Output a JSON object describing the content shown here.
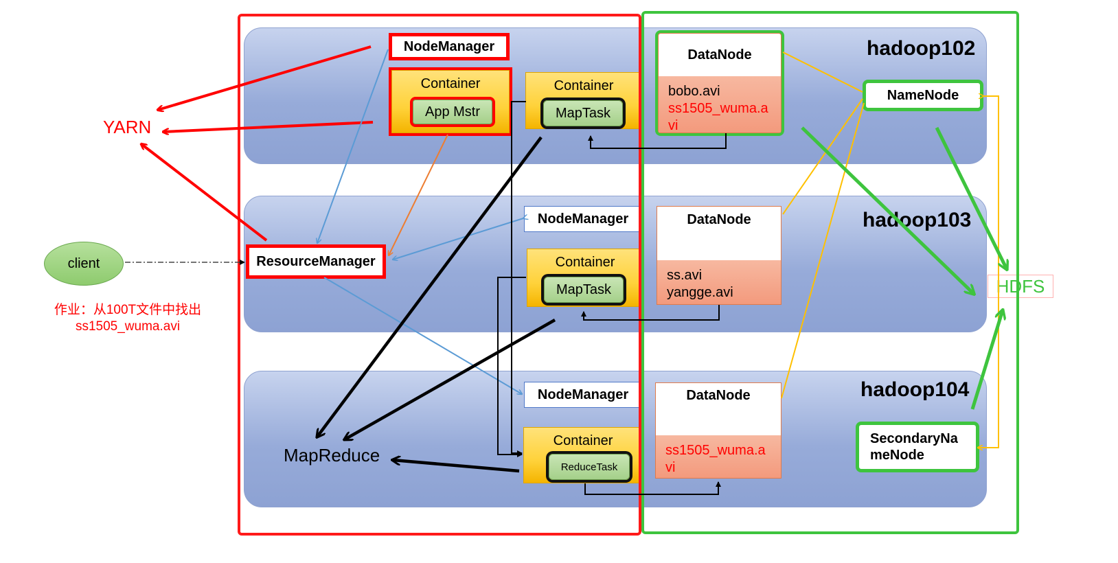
{
  "hosts": [
    {
      "name": "hadoop102"
    },
    {
      "name": "hadoop103"
    },
    {
      "name": "hadoop104"
    }
  ],
  "yarn_label": "YARN",
  "hdfs_label": "HDFS",
  "client_label": "client",
  "job_text": {
    "line1": "作业：从100T文件中找出",
    "line2": "ss1505_wuma.avi"
  },
  "mapreduce_label": "MapReduce",
  "resource_manager": "ResourceManager",
  "node_manager": "NodeManager",
  "container_label": "Container",
  "app_master": "App Mstr",
  "map_task": "MapTask",
  "reduce_task": "ReduceTask",
  "datanode_label": "DataNode",
  "namenode": "NameNode",
  "secondary_namenode": {
    "line1": "SecondaryNa",
    "line2": "meNode"
  },
  "datanodes": [
    {
      "files": [
        {
          "text": "bobo.avi",
          "color": "black"
        },
        {
          "text": "ss1505_wuma.a",
          "color": "red"
        },
        {
          "text": "vi",
          "color": "red"
        }
      ]
    },
    {
      "files": [
        {
          "text": "ss.avi",
          "color": "black"
        },
        {
          "text": "yangge.avi",
          "color": "black"
        }
      ]
    },
    {
      "files": [
        {
          "text": "ss1505_wuma.a",
          "color": "red"
        },
        {
          "text": "vi",
          "color": "red"
        }
      ]
    }
  ],
  "colors": {
    "yarn_red": "#ff0000",
    "hdfs_green": "#3ec43e",
    "band_blue": "#97abd9",
    "container_yellow": "#ffd23a",
    "task_green": "#a5d08a",
    "datanode_salmon": "#f39a7d",
    "client_green": "#9ad37e",
    "link_blue": "#5b9bd5",
    "link_orange": "#ed7d31",
    "link_yellow": "#ffc000"
  }
}
